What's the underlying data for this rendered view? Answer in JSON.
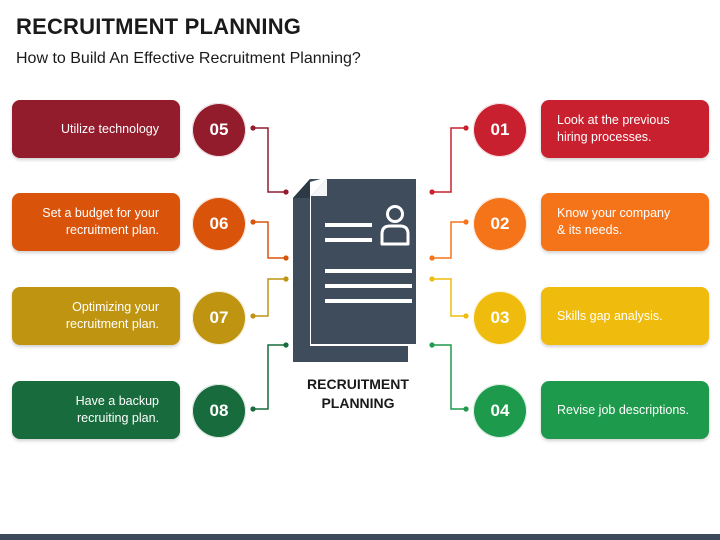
{
  "header": {
    "title": "RECRUITMENT PLANNING",
    "subtitle": "How to Build An Effective Recruitment Planning?"
  },
  "center": {
    "label_line1": "RECRUITMENT",
    "label_line2": "PLANNING",
    "icon": "document-with-person-icon",
    "color": "#3f4c5c"
  },
  "steps": [
    {
      "number": "01",
      "line1": "Look at the previous",
      "line2": "hiring processes.",
      "color": "#c8202e"
    },
    {
      "number": "02",
      "line1": "Know your company",
      "line2": "& its needs.",
      "color": "#f5741a"
    },
    {
      "number": "03",
      "line1": "Skills gap analysis.",
      "line2": "",
      "color": "#efbc0d"
    },
    {
      "number": "04",
      "line1": "Revise job descriptions.",
      "line2": "",
      "color": "#1e9a4c"
    },
    {
      "number": "05",
      "line1": "Utilize technology",
      "line2": "",
      "color": "#921c2c"
    },
    {
      "number": "06",
      "line1": "Set a budget for your",
      "line2": "recruitment plan.",
      "color": "#d9530b"
    },
    {
      "number": "07",
      "line1": "Optimizing your",
      "line2": "recruitment plan.",
      "color": "#bf9410"
    },
    {
      "number": "08",
      "line1": "Have a backup",
      "line2": "recruiting plan.",
      "color": "#176b3c"
    }
  ]
}
